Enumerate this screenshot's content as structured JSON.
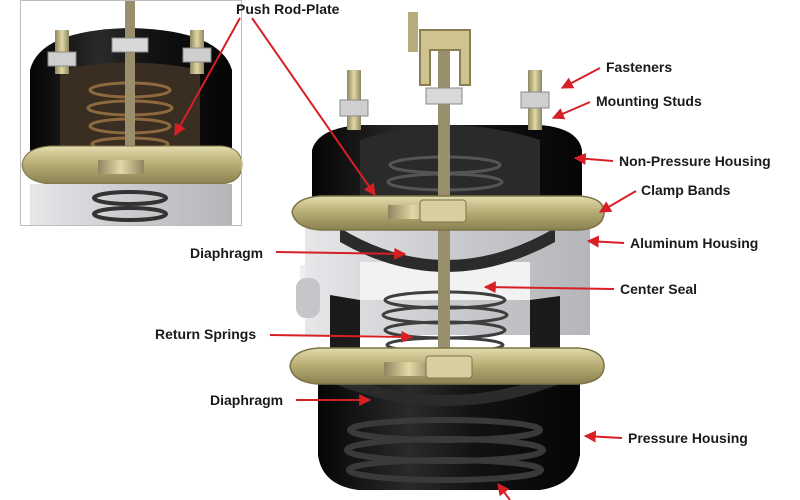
{
  "labels": {
    "push_rod_plate": "Push Rod-Plate",
    "fasteners": "Fasteners",
    "mounting_studs": "Mounting Studs",
    "non_pressure_housing": "Non-Pressure Housing",
    "clamp_bands": "Clamp Bands",
    "aluminum_housing": "Aluminum Housing",
    "diaphragm_upper": "Diaphragm",
    "center_seal": "Center Seal",
    "return_springs": "Return Springs",
    "diaphragm_lower": "Diaphragm",
    "pressure_housing": "Pressure Housing"
  },
  "colors": {
    "arrow": "#d71f26",
    "label_text": "#1a1a1a",
    "housing_black": "#141414",
    "clamp_band": "#b9b07a",
    "aluminum": "#d2d4d6",
    "diaphragm": "#2b2b2b",
    "spring": "#6b4a2a",
    "rod": "#8d8366"
  }
}
